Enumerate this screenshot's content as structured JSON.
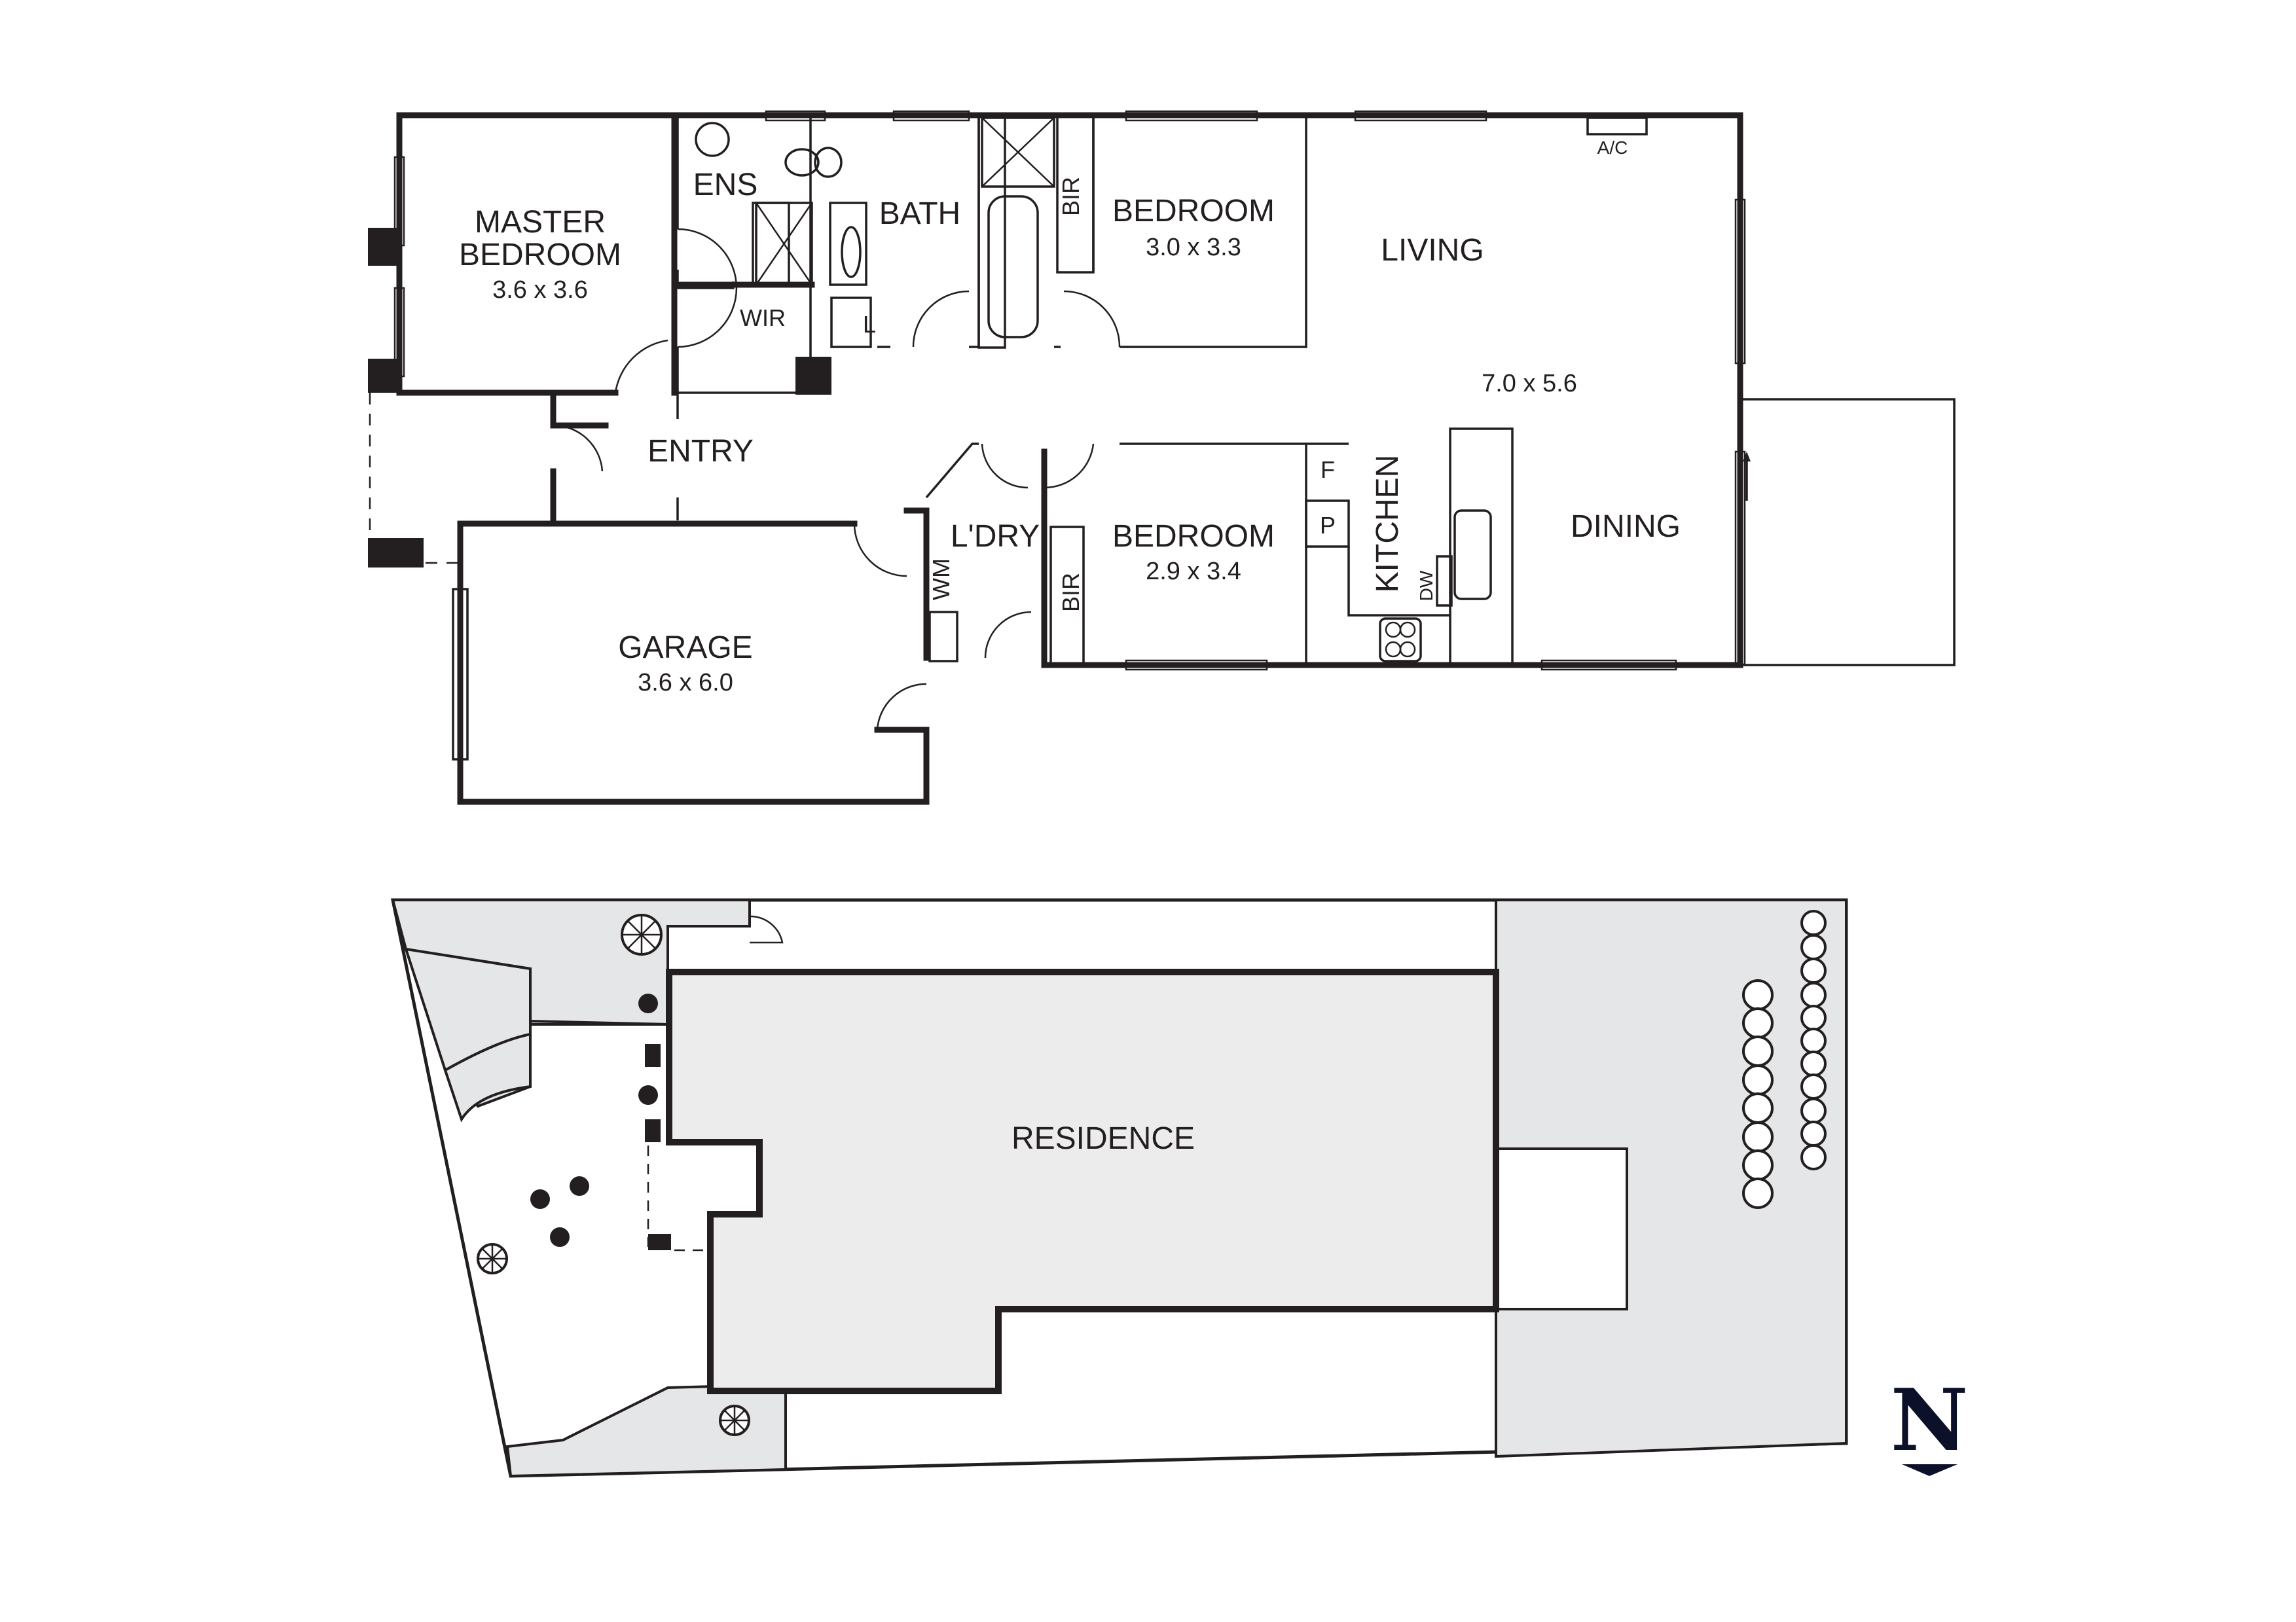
{
  "floor_plan": {
    "rooms": {
      "master_bedroom": {
        "name_line1": "MASTER",
        "name_line2": "BEDROOM",
        "dimensions": "3.6 x 3.6"
      },
      "ensuite": {
        "name": "ENS"
      },
      "bath": {
        "name": "BATH"
      },
      "wir": {
        "name": "WIR"
      },
      "linen": {
        "name": "L"
      },
      "bir_1": {
        "name": "BIR"
      },
      "bedroom_2": {
        "name": "BEDROOM",
        "dimensions": "3.0 x 3.3"
      },
      "living": {
        "name": "LIVING"
      },
      "living_dining": {
        "dimensions": "7.0 x 5.6"
      },
      "ac": {
        "name": "A/C"
      },
      "entry": {
        "name": "ENTRY"
      },
      "laundry": {
        "name": "L'DRY"
      },
      "wm": {
        "name": "WM"
      },
      "bir_2": {
        "name": "BIR"
      },
      "bedroom_3": {
        "name": "BEDROOM",
        "dimensions": "2.9 x 3.4"
      },
      "fridge": {
        "name": "F"
      },
      "pantry": {
        "name": "P"
      },
      "kitchen": {
        "name": "KITCHEN"
      },
      "dishwasher": {
        "name": "DW"
      },
      "dining": {
        "name": "DINING"
      },
      "garage": {
        "name": "GARAGE",
        "dimensions": "3.6 x 6.0"
      }
    }
  },
  "site_plan": {
    "residence": {
      "name": "RESIDENCE"
    },
    "trees_east_column_large": 8,
    "trees_east_column_small": 11
  },
  "compass": {
    "label": "N",
    "direction": "down"
  },
  "colors": {
    "line": "#231f20",
    "garden_fill": "#e5e6e8",
    "residence_fill": "#ececed",
    "compass": "#0c1028"
  }
}
